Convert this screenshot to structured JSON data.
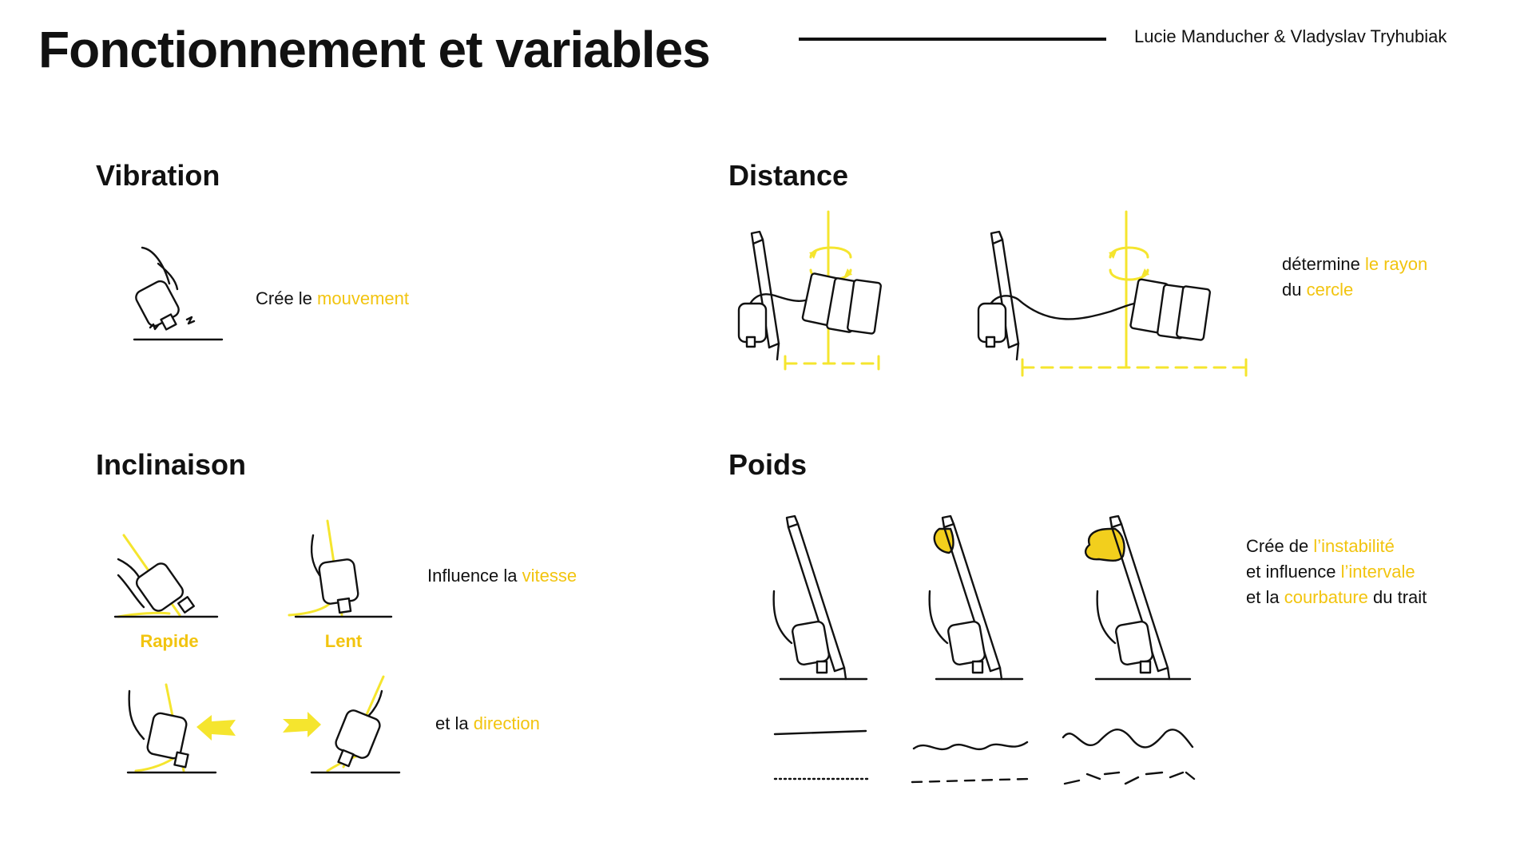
{
  "header": {
    "title": "Fonctionnement et variables",
    "authors": "Lucie Manducher & Vladyslav Tryhubiak"
  },
  "sections": {
    "vibration": {
      "title": "Vibration",
      "desc": {
        "pre": "Crée le ",
        "hl": "mouvement"
      }
    },
    "distance": {
      "title": "Distance",
      "line1": {
        "pre": "détermine ",
        "hl": "le rayon"
      },
      "line2": {
        "pre": "du ",
        "hl": "cercle"
      }
    },
    "inclinaison": {
      "title": "Inclinaison",
      "speed": {
        "pre": "Influence la ",
        "hl": "vitesse"
      },
      "direction": {
        "pre": "et la ",
        "hl": "direction"
      },
      "captions": [
        "Rapide",
        "Lent"
      ]
    },
    "poids": {
      "title": "Poids",
      "line1": {
        "pre": "Crée de ",
        "hl": "l’instabilité"
      },
      "line2": {
        "pre": "et influence ",
        "hl": "l’intervale"
      },
      "line3": {
        "pre": "et la ",
        "hl": "courbature",
        "post": " du trait"
      }
    }
  },
  "colors": {
    "accent_text": "#f2c40f",
    "accent_drawing": "#f5e52e",
    "ink": "#111111"
  }
}
